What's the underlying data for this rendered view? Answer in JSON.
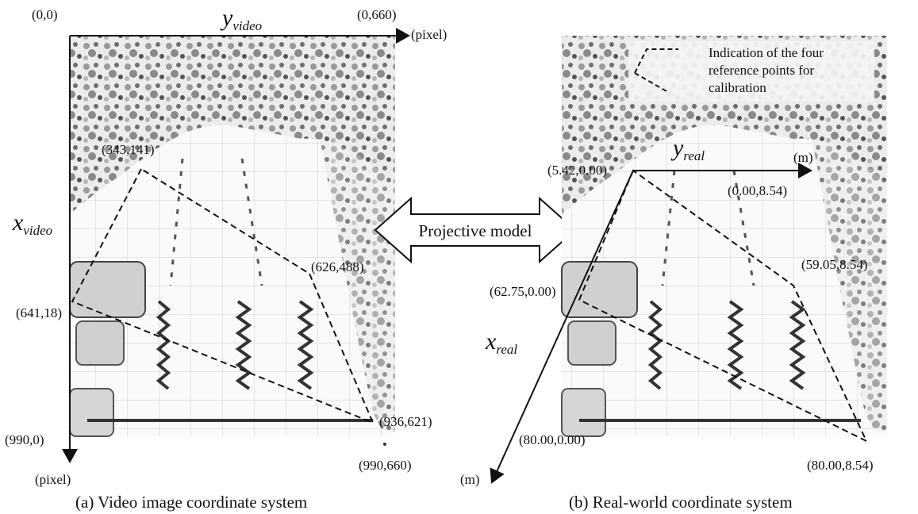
{
  "video_panel": {
    "caption": "(a) Video image coordinate system",
    "x_axis_symbol": "x",
    "x_axis_subscript": "video",
    "y_axis_symbol": "y",
    "y_axis_subscript": "video",
    "unit_right": "(pixel)",
    "unit_bottom": "(pixel)",
    "origin": "(0,0)",
    "corner_top_right": "(0,660)",
    "corner_bottom_left": "(990,0)",
    "corner_bottom_right": "(990,660)",
    "points": [
      "(343,141)",
      "(626,488)",
      "(641,18)",
      "(936,621)"
    ]
  },
  "real_panel": {
    "caption": "(b) Real-world coordinate system",
    "x_axis_symbol": "x",
    "x_axis_subscript": "real",
    "y_axis_symbol": "y",
    "y_axis_subscript": "real",
    "unit_right": "(m)",
    "unit_bottom": "(m)",
    "origin": "(0.00,8.54)",
    "points": [
      "(5.42,0.00)",
      "(59.05,8.54)",
      "(62.75,0.00)",
      "(80.00,0.00)",
      "(80.00,8.54)"
    ]
  },
  "legend": {
    "lines": [
      "Indication of the four",
      "reference points for",
      "calibration"
    ]
  },
  "model_label": "Projective model"
}
